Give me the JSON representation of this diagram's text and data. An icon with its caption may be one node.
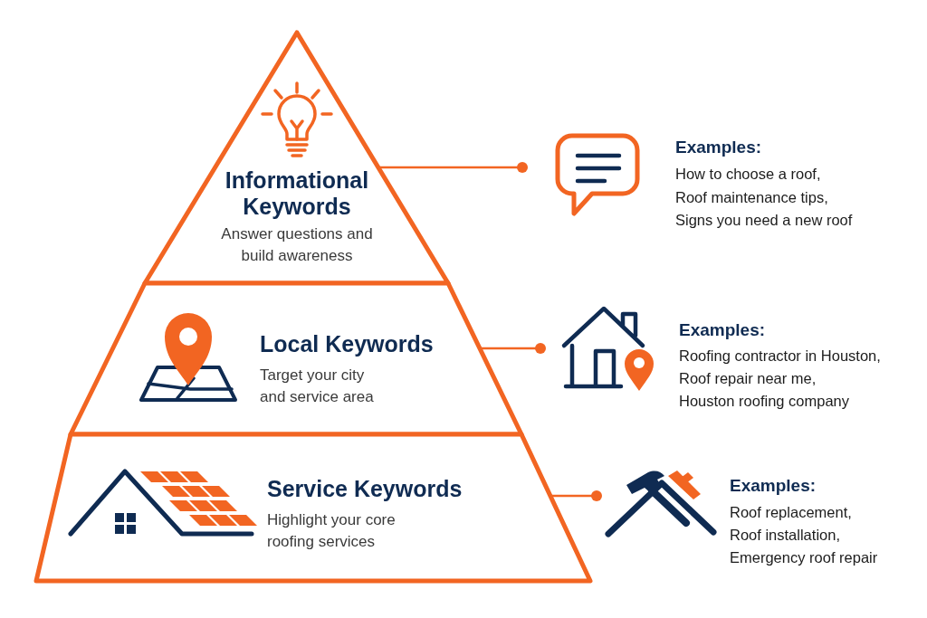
{
  "diagram": {
    "nodes": [
      {
        "text": [
          "Informational Keywords",
          "Answer questions and build awareness"
        ]
      },
      {
        "text": [
          "Examples:",
          "How to choose a roof,",
          "Roof maintenance tips,",
          "Signs you need a new roof"
        ]
      },
      {
        "text": [
          "Local Keywords",
          "Target your city and service area"
        ]
      },
      {
        "text": [
          "Examples:",
          "Roofing contractor in Houston,",
          "Roof repair near me,",
          "Houston roofing company"
        ]
      },
      {
        "text": [
          "Service Keywords",
          "Highlight your core roofing services"
        ]
      },
      {
        "text": [
          "Examples:",
          "Roof replacement,",
          "Roof installation,",
          "Emergency roof repair"
        ]
      }
    ],
    "edges": [
      {
        "from": 0,
        "to": 1,
        "arrow": "other"
      },
      {
        "from": 2,
        "to": 3,
        "arrow": "other"
      },
      {
        "from": 4,
        "to": 5,
        "arrow": "other"
      }
    ]
  }
}
